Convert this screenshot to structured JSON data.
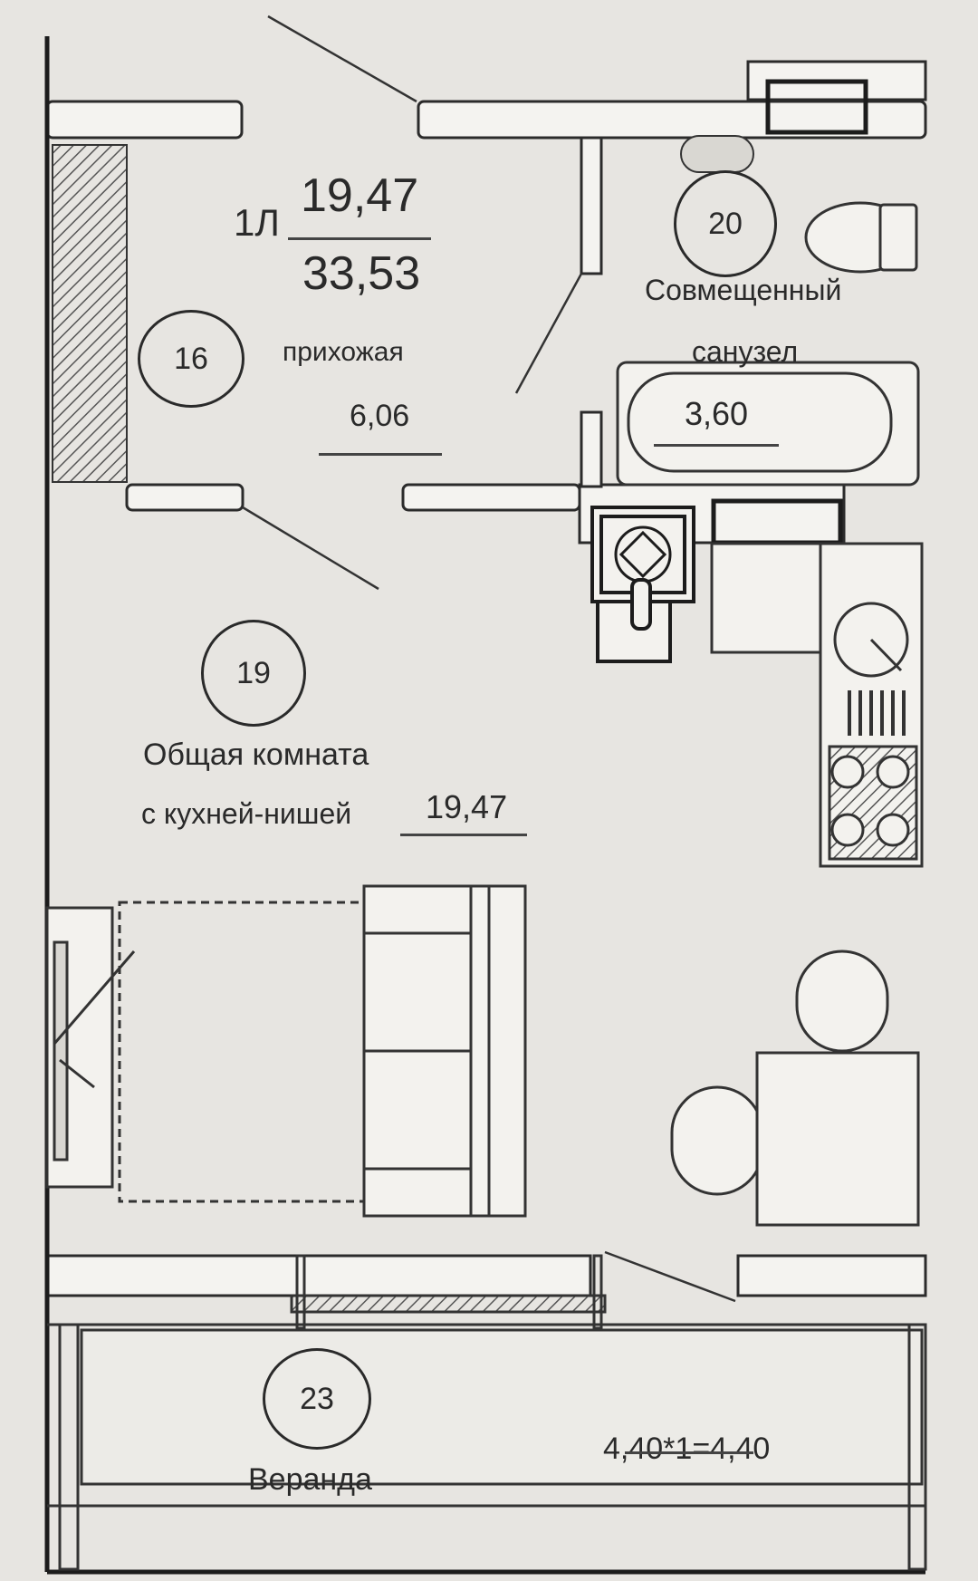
{
  "apartment": {
    "type": "1Л",
    "living_area": "19,47",
    "total_area": "33,53"
  },
  "rooms": [
    {
      "number": "16",
      "name": "прихожая",
      "area": "6,06"
    },
    {
      "number": "20",
      "name_line1": "Совмещенный",
      "name_line2": "санузел",
      "area": "3,60"
    },
    {
      "number": "19",
      "name_line1": "Общая комната",
      "name_line2": "с кухней-нишей",
      "area": "19,47"
    },
    {
      "number": "23",
      "name": "Веранда",
      "area": "4,40*1=4,40"
    }
  ]
}
